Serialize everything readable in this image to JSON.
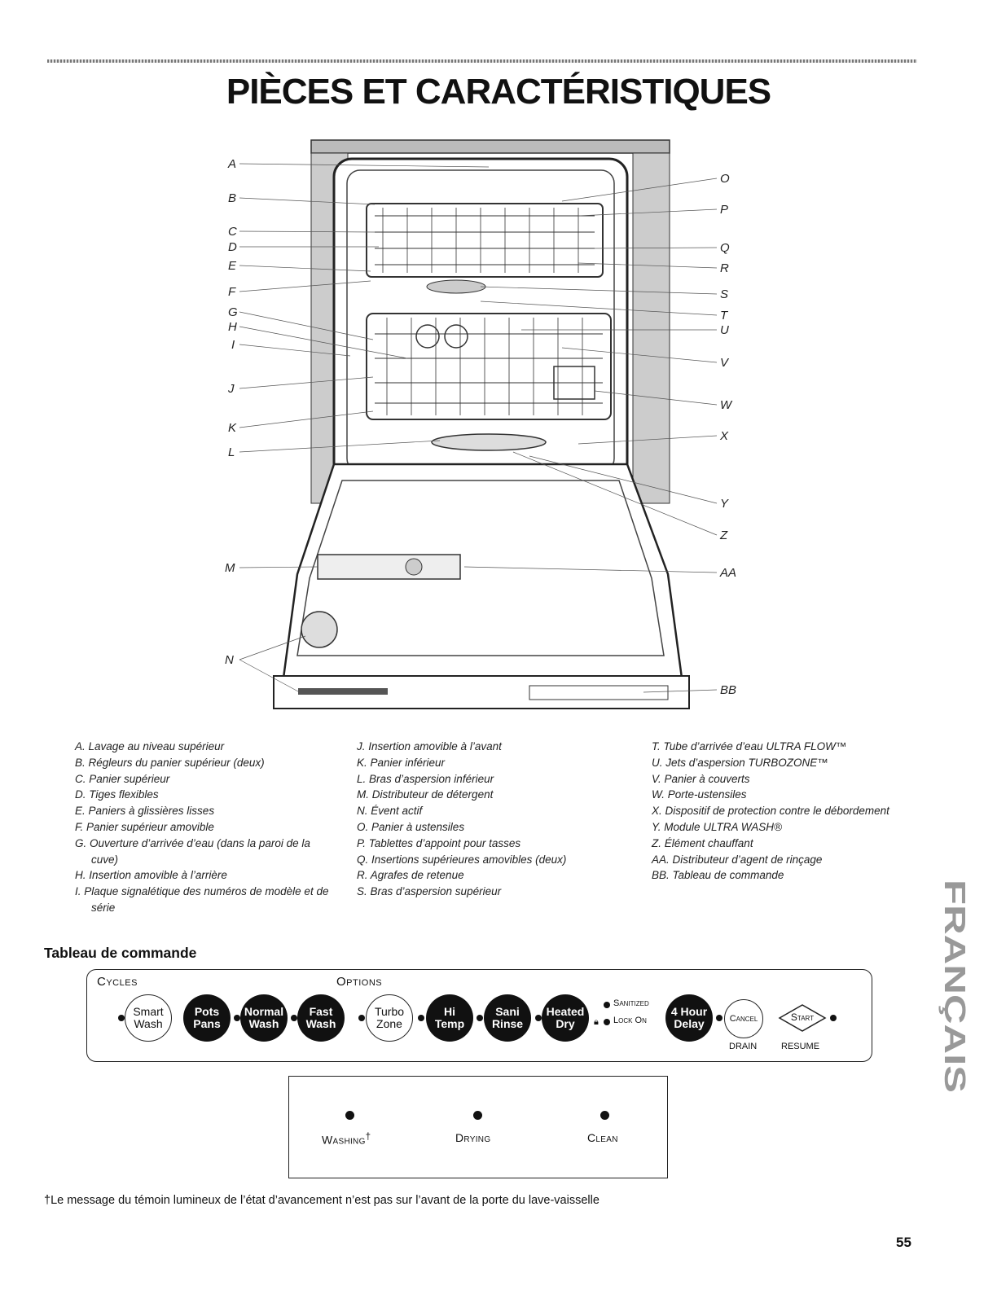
{
  "page": {
    "title": "PIÈCES ET CARACTÉRISTIQUES",
    "subtitle": "Tableau de commande",
    "footnote": "†Le message du témoin lumineux de l’état d’avancement n’est pas sur l’avant de la porte du lave-vaisselle",
    "page_number": "55",
    "side_tab": "FRANÇAIS"
  },
  "diagram": {
    "labels_left": [
      "A",
      "B",
      "C",
      "D",
      "E",
      "F",
      "G",
      "H",
      "I",
      "J",
      "K",
      "L",
      "M",
      "N"
    ],
    "labels_right": [
      "O",
      "P",
      "Q",
      "R",
      "S",
      "T",
      "U",
      "V",
      "W",
      "X",
      "Y",
      "Z",
      "AA",
      "BB"
    ]
  },
  "legend": {
    "col1": [
      "A. Lavage au niveau supérieur",
      "B. Régleurs du panier supérieur (deux)",
      "C. Panier supérieur",
      "D. Tiges flexibles",
      "E. Paniers à glissières lisses",
      "F. Panier supérieur amovible",
      "G. Ouverture d’arrivée d’eau (dans la paroi de la cuve)",
      "H. Insertion amovible à l’arrière",
      "I. Plaque signalétique des numéros de modèle et de série"
    ],
    "col2": [
      "J. Insertion amovible à l’avant",
      "K. Panier inférieur",
      "L. Bras d’aspersion inférieur",
      "M. Distributeur de détergent",
      "N. Évent actif",
      "O. Panier à ustensiles",
      "P. Tablettes d’appoint pour tasses",
      "Q. Insertions supérieures amovibles (deux)",
      "R. Agrafes de retenue",
      "S. Bras d’aspersion supérieur"
    ],
    "col3": [
      "T. Tube d’arrivée d’eau ULTRA FLOW™",
      "U. Jets d’aspersion TURBOZONE™",
      "V. Panier à couverts",
      "W. Porte-ustensiles",
      "X. Dispositif de protection contre le débordement",
      "Y. Module ULTRA WASH®",
      "Z. Élément chauffant",
      "AA. Distributeur d’agent de rinçage",
      "BB. Tableau de commande"
    ]
  },
  "panel": {
    "cycles_header": "Cycles",
    "options_header": "Options",
    "buttons": [
      {
        "l1": "Smart",
        "l2": "Wash"
      },
      {
        "l1": "Pots",
        "l2": "Pans"
      },
      {
        "l1": "Normal",
        "l2": "Wash"
      },
      {
        "l1": "Fast",
        "l2": "Wash"
      },
      {
        "l1": "Turbo",
        "l2": "Zone"
      },
      {
        "l1": "Hi",
        "l2": "Temp"
      },
      {
        "l1": "Sani",
        "l2": "Rinse"
      },
      {
        "l1": "Heated",
        "l2": "Dry"
      },
      {
        "l1": "4 Hour",
        "l2": "Delay"
      },
      {
        "l1": "Cancel"
      },
      {
        "l1": "Start"
      }
    ],
    "sanitized": "Sanitized",
    "lock_on": "Lock On",
    "drain": "DRAIN",
    "resume": "RESUME"
  },
  "status": {
    "washing": "Washing",
    "washing_mark": "†",
    "drying": "Drying",
    "clean": "Clean"
  }
}
